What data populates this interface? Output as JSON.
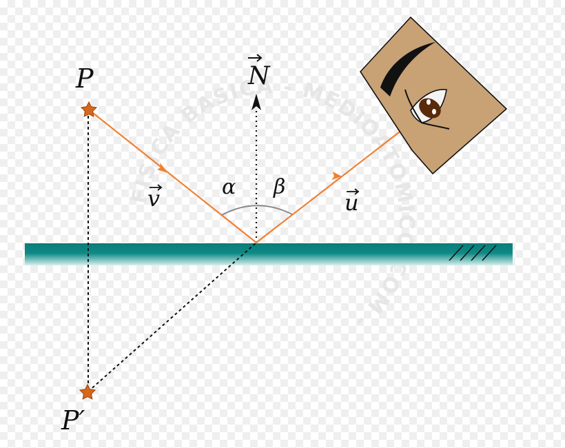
{
  "labels": {
    "point": "P",
    "image_point": "P′",
    "normal": "N",
    "incident_vector": "v",
    "reflected_vector": "u",
    "incidence_angle": "α",
    "reflection_angle": "β"
  },
  "watermark": "FISICA BASICA - MEDIOATOMICO.COM - ",
  "colors": {
    "ray": "#f08030",
    "point_marker": "#d2691e",
    "mirror_dark": "#0a7b78",
    "mirror_light": "#bfe6e2",
    "skin": "#c8a175",
    "angle_arc": "#8a8a8a",
    "iris": "#5a2a0a"
  },
  "icons": {
    "point_marker": "star-icon",
    "observer": "eye-icon",
    "vector_arrow": "arrow-icon"
  }
}
